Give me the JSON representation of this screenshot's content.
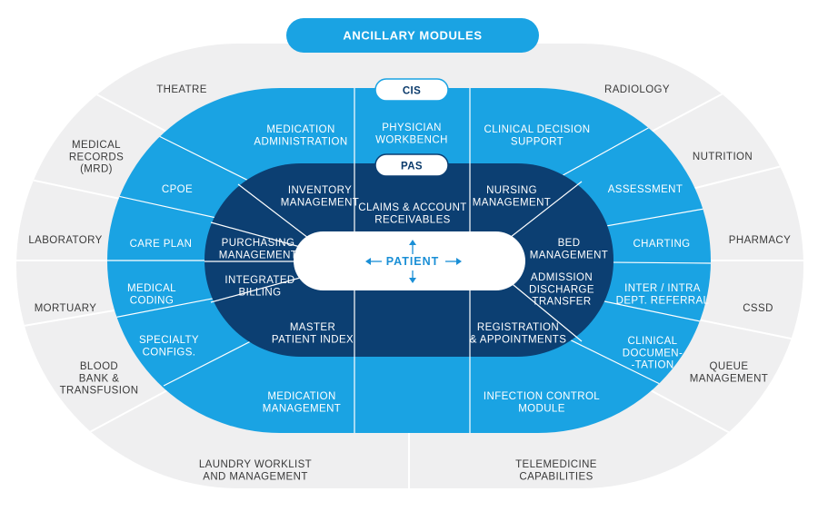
{
  "title": "ANCILLARY MODULES",
  "colors": {
    "outer_ring": "#efeff0",
    "middle_ring": "#1aa3e3",
    "inner_ring": "#0c3f72",
    "center": "#ffffff",
    "title_bg": "#1aa3e3",
    "outer_text": "#3a3a3a",
    "center_text": "#1a8fd6"
  },
  "pills": {
    "cis": "CIS",
    "pas": "PAS"
  },
  "center": {
    "label": "PATIENT"
  },
  "outer": {
    "theatre": [
      "THEATRE"
    ],
    "radiology": [
      "RADIOLOGY"
    ],
    "medical_records": [
      "MEDICAL",
      "RECORDS",
      "(MRD)"
    ],
    "nutrition": [
      "NUTRITION"
    ],
    "laboratory": [
      "LABORATORY"
    ],
    "pharmacy": [
      "PHARMACY"
    ],
    "mortuary": [
      "MORTUARY"
    ],
    "cssd": [
      "CSSD"
    ],
    "blood_bank": [
      "BLOOD",
      "BANK &",
      "TRANSFUSION"
    ],
    "queue": [
      "QUEUE",
      "MANAGEMENT"
    ],
    "laundry": [
      "LAUNDRY WORKLIST",
      "AND MANAGEMENT"
    ],
    "telemedicine": [
      "TELEMEDICINE",
      "CAPABILITIES"
    ]
  },
  "middle": {
    "medication_admin": [
      "MEDICATION",
      "ADMINISTRATION"
    ],
    "physician_workbench": [
      "PHYSICIAN",
      "WORKBENCH"
    ],
    "clinical_decision": [
      "CLINICAL DECISION",
      "SUPPORT"
    ],
    "cpoe": [
      "CPOE"
    ],
    "assessment": [
      "ASSESSMENT"
    ],
    "care_plan": [
      "CARE PLAN"
    ],
    "charting": [
      "CHARTING"
    ],
    "medical_coding": [
      "MEDICAL",
      "CODING"
    ],
    "inter_intra": [
      "INTER / INTRA",
      "DEPT. REFERRAL"
    ],
    "specialty": [
      "SPECIALTY",
      "CONFIGS."
    ],
    "clinical_doc": [
      "CLINICAL",
      "DOCUMEN-",
      "-TATION"
    ],
    "medication_mgmt": [
      "MEDICATION",
      "MANAGEMENT"
    ],
    "infection": [
      "INFECTION CONTROL",
      "MODULE"
    ]
  },
  "inner": {
    "inventory": [
      "INVENTORY",
      "MANAGEMENT"
    ],
    "claims": [
      "CLAIMS & ACCOUNT",
      "RECEIVABLES"
    ],
    "nursing": [
      "NURSING",
      "MANAGEMENT"
    ],
    "purchasing": [
      "PURCHASING",
      "MANAGEMENT"
    ],
    "bed": [
      "BED",
      "MANAGEMENT"
    ],
    "integrated_billing": [
      "INTEGRATED",
      "BILLING"
    ],
    "admission": [
      "ADMISSION",
      "DISCHARGE",
      "TRANSFER"
    ],
    "master_patient": [
      "MASTER",
      "PATIENT INDEX"
    ],
    "registration": [
      "REGISTRATION",
      "& APPOINTMENTS"
    ]
  }
}
